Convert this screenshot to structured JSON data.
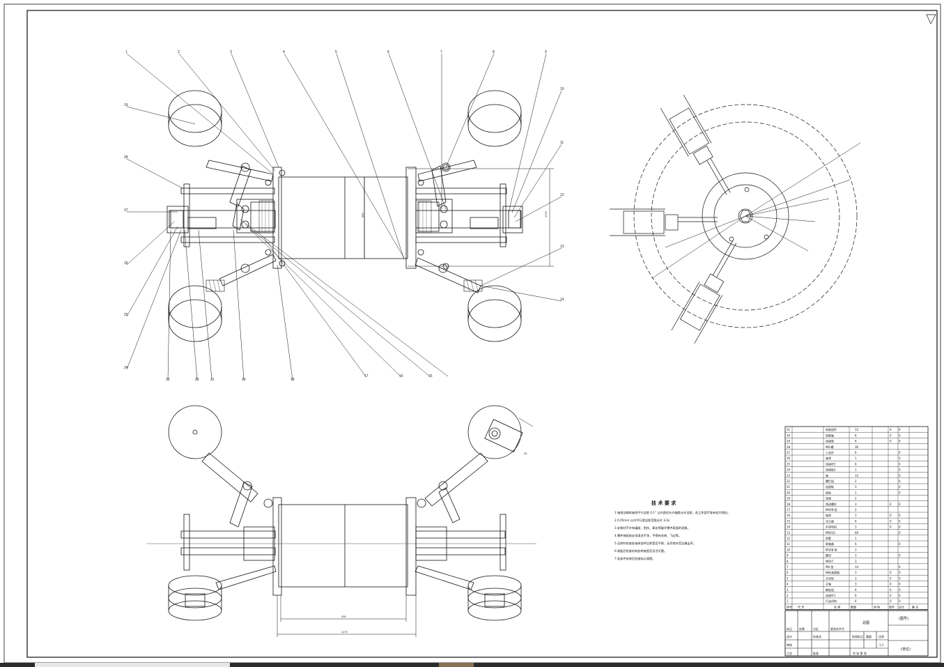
{
  "balloons_top": [
    "1",
    "2",
    "3",
    "4",
    "5",
    "6",
    "7",
    "8",
    "9"
  ],
  "balloons_right": [
    "10",
    "11",
    "12",
    "13",
    "14"
  ],
  "balloons_bottom": [
    "20",
    "23",
    "31",
    "19",
    "18",
    "17",
    "16",
    "15"
  ],
  "balloons_left": [
    "19",
    "28",
    "27",
    "26",
    "25",
    "24"
  ],
  "dimensions": {
    "top_length": "550",
    "bottom_inner": "300",
    "bottom_outer": "1170",
    "right_h": "1270",
    "small": "26"
  },
  "notes": {
    "title": "技 术 要 求",
    "lines": [
      "1.轴线及蜗轮轴线平行误差 0.1° 以内直径允许偏差允许误差，各工作面不准有较大损伤。",
      "2.0.05mm 以内平行度误差范围允许 1/3s",
      "3.安装时不许有磕碰、划伤、氧化等破坏零件表面的现象。",
      "4.零件装配前必须清洗干净，不得有毛刺、飞边等。",
      "5.运转时检查各轴承部件运转是否平稳，无异常杂音及撞击声。",
      "6.装配后检查机构各转轴是否灵活可靠。",
      "7.各部件安装后检查标记清楚。"
    ]
  },
  "bom": {
    "rows": [
      [
        "31",
        "轮胎组件",
        "12",
        "",
        "0",
        "0"
      ],
      [
        "30",
        "轮毂轴",
        "6",
        "",
        "0",
        "0"
      ],
      [
        "29",
        "连接架",
        "6",
        "",
        "0",
        "0"
      ],
      [
        "28",
        "M6-螺",
        "36",
        "",
        "",
        ""
      ],
      [
        "27",
        "上连杆",
        "6",
        "",
        "",
        "0"
      ],
      [
        "26",
        "轴承",
        "1",
        "",
        "",
        "0"
      ],
      [
        "25",
        "连接杆2",
        "6",
        "",
        "",
        "0"
      ],
      [
        "24",
        "连接板2",
        "1",
        "",
        "",
        "0"
      ],
      [
        "23",
        "轴",
        "12",
        "",
        "",
        "0"
      ],
      [
        "22",
        "螺钉组",
        "2",
        "",
        "",
        "0"
      ],
      [
        "21",
        "连接板",
        "3",
        "",
        "",
        "0"
      ],
      [
        "20",
        "底板",
        "1",
        "",
        "",
        "0"
      ],
      [
        "19",
        "连接",
        "2",
        "",
        "",
        ""
      ],
      [
        "18",
        "滑动螺杆",
        "3",
        "",
        "4",
        "0"
      ],
      [
        "17",
        "M6X8-垫",
        "2",
        "",
        "",
        ""
      ],
      [
        "16",
        "轴承",
        "3",
        "",
        "0",
        "0"
      ],
      [
        "15",
        "法兰盘",
        "6",
        "",
        "0",
        "0"
      ],
      [
        "14",
        "步进电机",
        "3",
        "",
        "0",
        "0"
      ],
      [
        "13",
        "M6X10",
        "66",
        "",
        "",
        "0"
      ],
      [
        "12",
        "铜套",
        "1",
        "",
        "",
        ""
      ],
      [
        "11",
        "联轴器",
        "6",
        "",
        "",
        "0"
      ],
      [
        "10",
        "M5X8-垫",
        "3",
        "",
        "",
        ""
      ],
      [
        "9",
        "螺母",
        "3",
        "",
        "",
        "0"
      ],
      [
        "8",
        "M6X7",
        "3",
        "",
        "",
        ""
      ],
      [
        "7",
        "M6-垫",
        "14",
        "",
        "",
        "0"
      ],
      [
        "6",
        "带轮减速器",
        "3",
        "",
        "0",
        "0"
      ],
      [
        "5",
        "主动轮",
        "3",
        "",
        "0",
        "0"
      ],
      [
        "4",
        "主轴",
        "3",
        "",
        "0",
        "0"
      ],
      [
        "3",
        "蜗轮组",
        "6",
        "",
        "0",
        "0"
      ],
      [
        "2",
        "连接杆1",
        "6",
        "",
        "0",
        "0"
      ],
      [
        "1",
        "行走机构",
        "6",
        "",
        "0",
        "0"
      ]
    ],
    "header": [
      "序号",
      "代 号",
      "名 称",
      "数量",
      "材 料",
      "单件",
      "总计",
      "备 注"
    ]
  },
  "title_block": {
    "name": "总图",
    "drawing_no": "(图号)",
    "unit": "(单位)",
    "scale": "1:1",
    "stage": "阶段标记",
    "weight": "重量",
    "ratio": "比例",
    "sheet": "共  张  第  张",
    "labels": [
      "标记",
      "处数",
      "分区",
      "更改文件号",
      "签名",
      "年月日",
      "设计",
      "标准化",
      "审核",
      "工艺",
      "批准"
    ]
  },
  "colors": {
    "line": "#111111",
    "center": "#555555",
    "sheet": "#ffffff"
  }
}
